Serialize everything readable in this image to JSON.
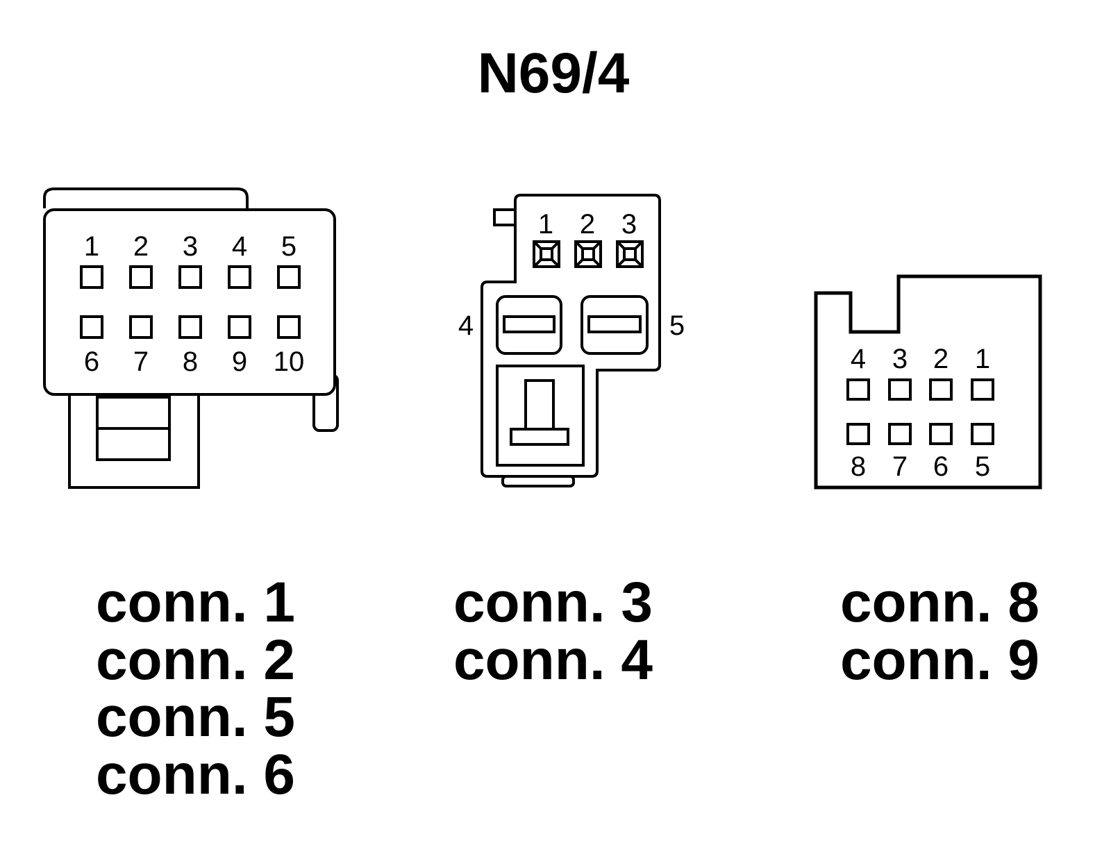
{
  "title": "N69/4",
  "connectors": [
    {
      "id": "left",
      "pins_top": [
        "1",
        "2",
        "3",
        "4",
        "5"
      ],
      "pins_bottom": [
        "6",
        "7",
        "8",
        "9",
        "10"
      ],
      "labels": [
        "conn. 1",
        "conn. 2",
        "conn. 5",
        "conn. 6"
      ]
    },
    {
      "id": "middle",
      "pins_top": [
        "1",
        "2",
        "3"
      ],
      "pin_left": "4",
      "pin_right": "5",
      "labels": [
        "conn. 3",
        "conn. 4"
      ]
    },
    {
      "id": "right",
      "pins_top": [
        "4",
        "3",
        "2",
        "1"
      ],
      "pins_bottom": [
        "8",
        "7",
        "6",
        "5"
      ],
      "labels": [
        "conn. 8",
        "conn. 9"
      ]
    }
  ]
}
